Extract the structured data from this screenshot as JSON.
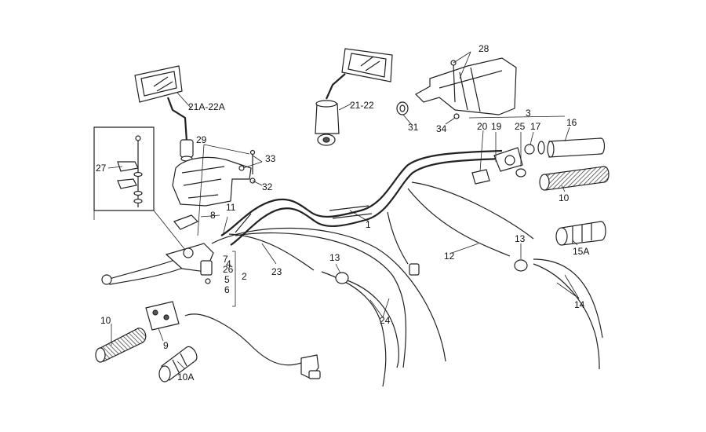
{
  "labels": [
    {
      "id": "p1",
      "text": "1"
    },
    {
      "id": "p2",
      "text": "2"
    },
    {
      "id": "p3",
      "text": "3"
    },
    {
      "id": "p4",
      "text": "4"
    },
    {
      "id": "p5",
      "text": "5"
    },
    {
      "id": "p6",
      "text": "6"
    },
    {
      "id": "p7",
      "text": "7"
    },
    {
      "id": "p8",
      "text": "8"
    },
    {
      "id": "p9",
      "text": "9"
    },
    {
      "id": "p10a",
      "text": "10"
    },
    {
      "id": "p10b",
      "text": "10"
    },
    {
      "id": "p10A",
      "text": "10A"
    },
    {
      "id": "p11",
      "text": "11"
    },
    {
      "id": "p12",
      "text": "12"
    },
    {
      "id": "p13a",
      "text": "13"
    },
    {
      "id": "p13b",
      "text": "13"
    },
    {
      "id": "p14",
      "text": "14"
    },
    {
      "id": "p15A",
      "text": "15A"
    },
    {
      "id": "p16",
      "text": "16"
    },
    {
      "id": "p17",
      "text": "17"
    },
    {
      "id": "p19",
      "text": "19"
    },
    {
      "id": "p20",
      "text": "20"
    },
    {
      "id": "p21A22A",
      "text": "21A-22A"
    },
    {
      "id": "p2122",
      "text": "21-22"
    },
    {
      "id": "p23",
      "text": "23"
    },
    {
      "id": "p24",
      "text": "24"
    },
    {
      "id": "p25",
      "text": "25"
    },
    {
      "id": "p26",
      "text": "26"
    },
    {
      "id": "p27",
      "text": "27"
    },
    {
      "id": "p28",
      "text": "28"
    },
    {
      "id": "p29",
      "text": "29"
    },
    {
      "id": "p31",
      "text": "31"
    },
    {
      "id": "p32",
      "text": "32"
    },
    {
      "id": "p33",
      "text": "33"
    },
    {
      "id": "p34",
      "text": "34"
    }
  ]
}
